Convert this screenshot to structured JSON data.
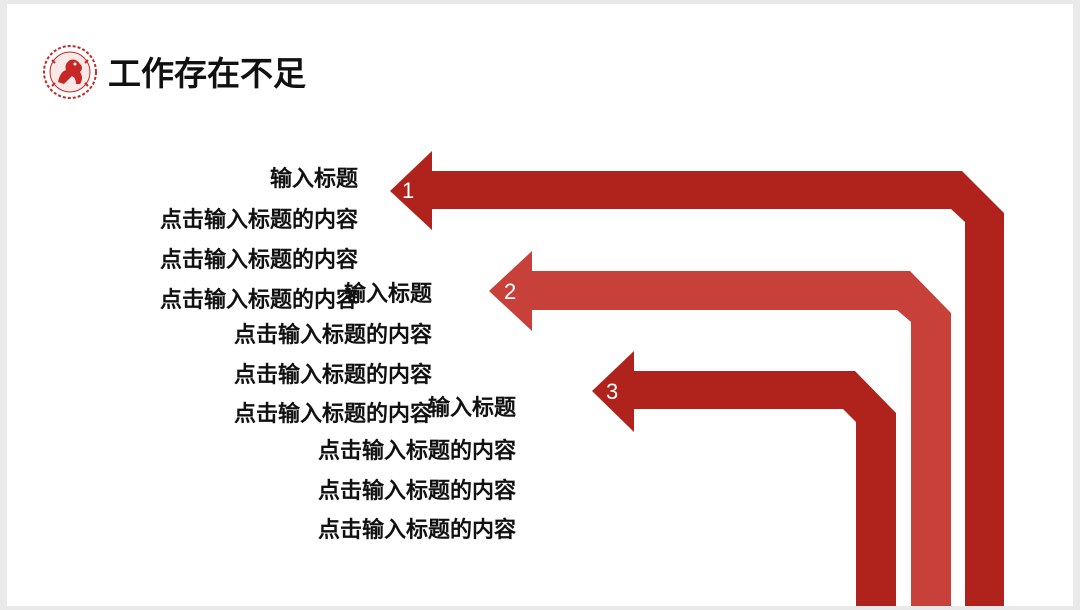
{
  "page": {
    "title": "工作存在不足"
  },
  "logo": {
    "icon": "chinese-zodiac-paper-cut-logo",
    "color": "#c62828"
  },
  "colors": {
    "arrow_dark": "#b0231c",
    "arrow_light": "#c8403a",
    "text": "#111111",
    "number": "#ffffff"
  },
  "items": [
    {
      "number": "1",
      "title": "输入标题",
      "lines": [
        "点击输入标题的内容",
        "点击输入标题的内容",
        "点击输入标题的内容"
      ]
    },
    {
      "number": "2",
      "title": "输入标题",
      "lines": [
        "点击输入标题的内容",
        "点击输入标题的内容",
        "点击输入标题的内容"
      ]
    },
    {
      "number": "3",
      "title": "输入标题",
      "lines": [
        "点击输入标题的内容",
        "点击输入标题的内容",
        "点击输入标题的内容"
      ]
    }
  ]
}
